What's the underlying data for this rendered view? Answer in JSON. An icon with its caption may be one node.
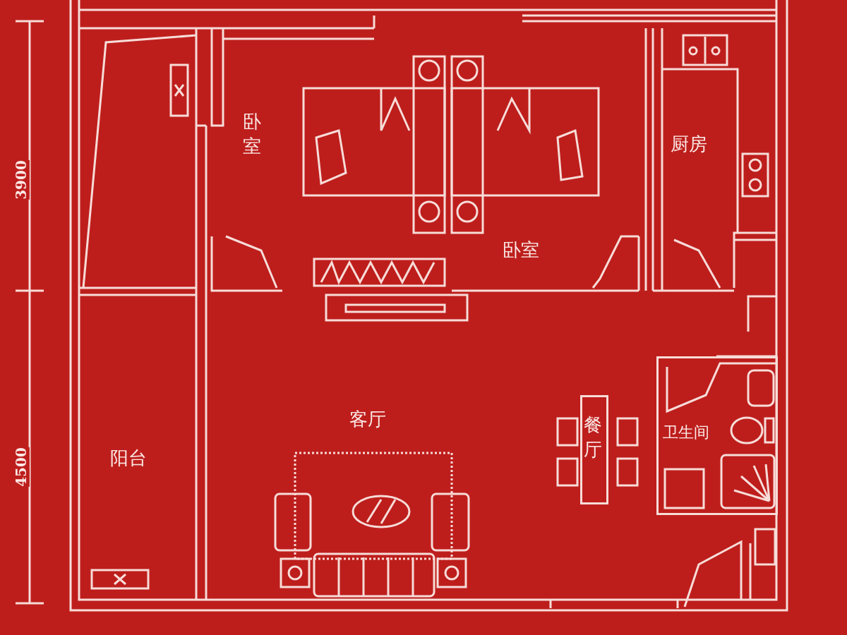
{
  "diagram": {
    "nodes": [
      {
        "text": [
          "卧室"
        ]
      },
      {
        "text": [
          "厨房"
        ]
      },
      {
        "text": [
          "卧室"
        ]
      },
      {
        "text": [
          "客厅"
        ]
      },
      {
        "text": [
          "餐厅"
        ],
        "in": 3
      },
      {
        "text": [
          "卫生间"
        ]
      },
      {
        "text": [
          "阳台"
        ]
      }
    ],
    "labels": [
      "3900",
      "4500"
    ]
  }
}
